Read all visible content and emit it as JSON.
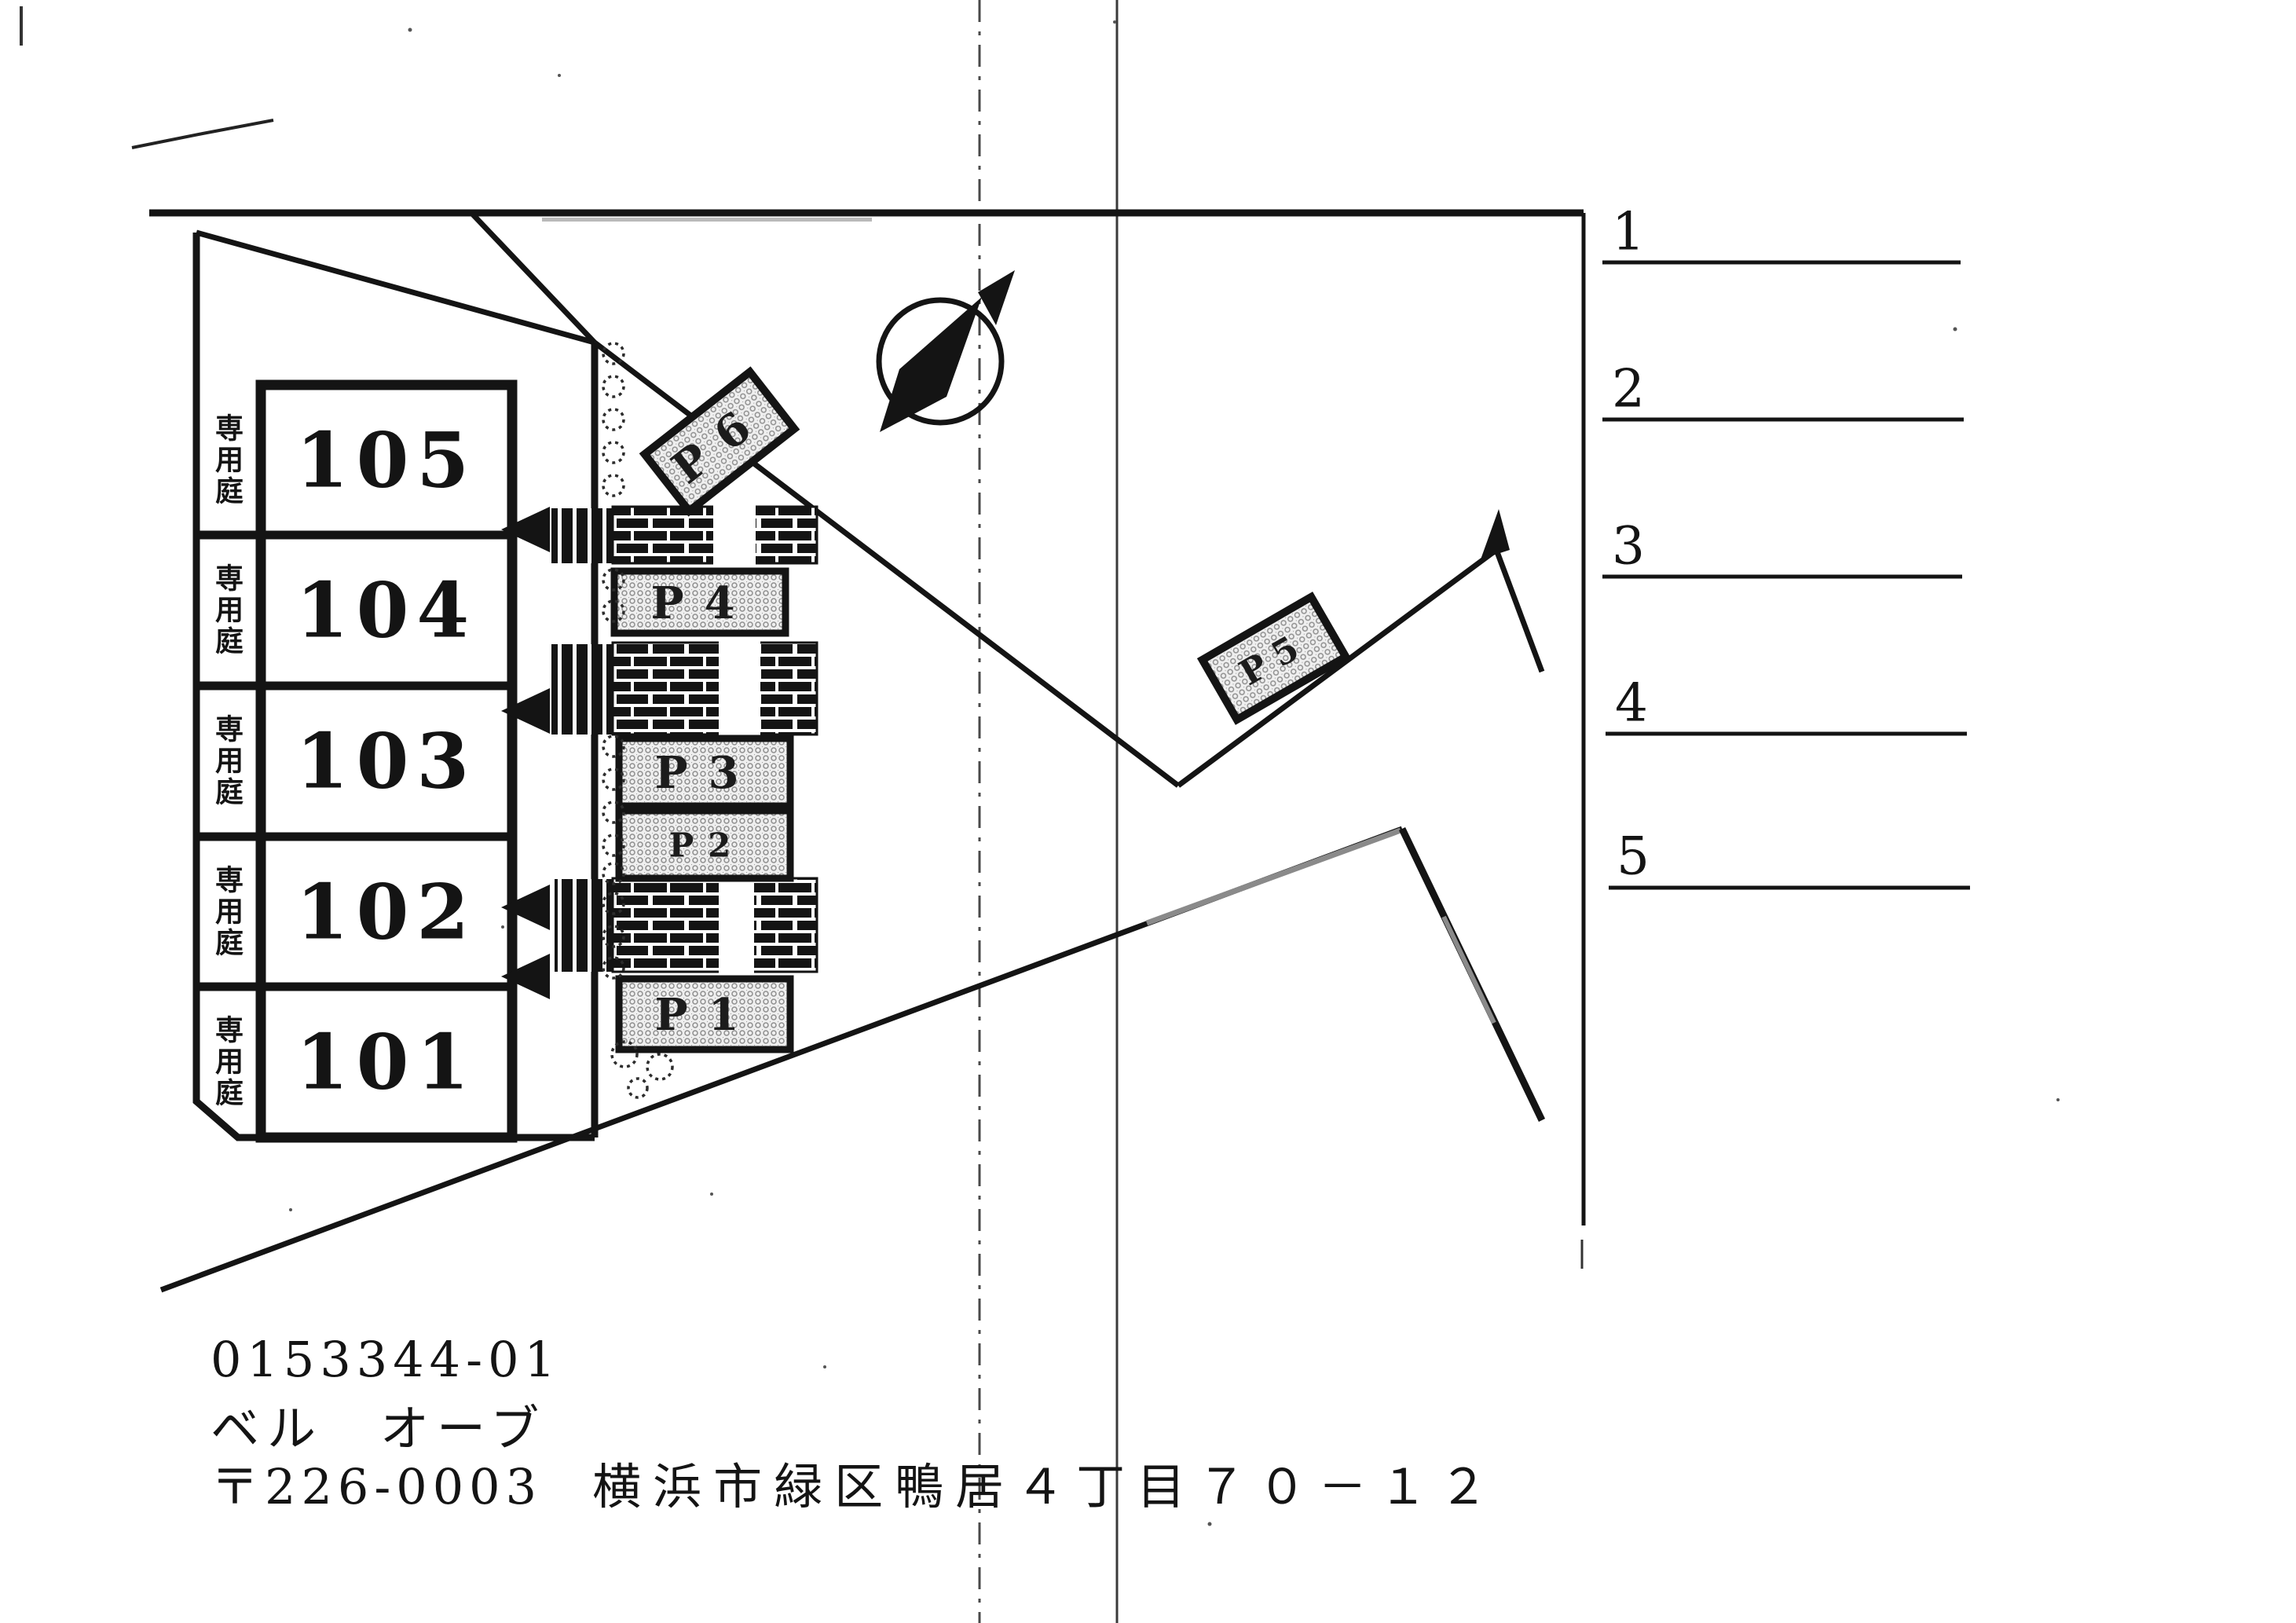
{
  "site_plan": {
    "units": [
      "105",
      "104",
      "103",
      "102",
      "101"
    ],
    "garden_labels": [
      "専用庭",
      "専用庭",
      "専用庭",
      "専用庭",
      "専用庭"
    ],
    "parking": {
      "p1": "P1",
      "p2": "P2",
      "p3": "P3",
      "p4": "P4",
      "p5": "P5",
      "p6": "P6"
    },
    "compass": "north-arrow"
  },
  "memo_lines": [
    "1",
    "2",
    "3",
    "4",
    "5"
  ],
  "footer": {
    "code": "0153344-01",
    "name": "ベル　オーブ",
    "postal": "〒226-0003",
    "address": "横浜市緑区鴨居４丁目７０－１２"
  },
  "colors": {
    "ink": "#141414",
    "halftone_dot": "#8f8f8f",
    "paper": "#ffffff",
    "fold_line": "#4a4a4a",
    "road_gray": "#8a8a8a"
  }
}
